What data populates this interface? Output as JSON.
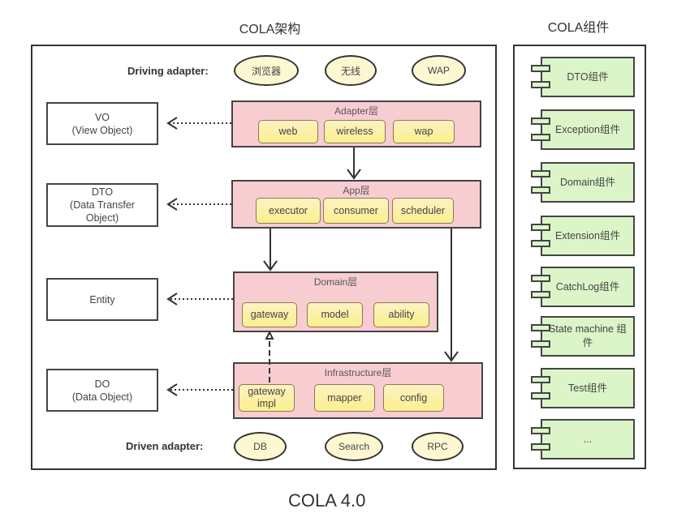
{
  "titles": {
    "architecture": "COLA架构",
    "components": "COLA组件",
    "version": "COLA 4.0"
  },
  "driving_adapter": {
    "label": "Driving adapter:",
    "items": [
      "浏览器",
      "无线",
      "WAP"
    ]
  },
  "driven_adapter": {
    "label": "Driven adapter:",
    "items": [
      "DB",
      "Search",
      "RPC"
    ]
  },
  "objects": {
    "vo": {
      "line1": "VO",
      "line2": "(View Object)"
    },
    "dto": {
      "line1": "DTO",
      "line2": "(Data Transfer",
      "line3": "Object)"
    },
    "entity": {
      "line1": "Entity"
    },
    "do": {
      "line1": "DO",
      "line2": "(Data Object)"
    }
  },
  "layers": {
    "adapter": {
      "title": "Adapter层",
      "modules": [
        "web",
        "wireless",
        "wap"
      ]
    },
    "app": {
      "title": "App层",
      "modules": [
        "executor",
        "consumer",
        "scheduler"
      ]
    },
    "domain": {
      "title": "Domain层",
      "modules": [
        "gateway",
        "model",
        "ability"
      ]
    },
    "infrastructure": {
      "title": "Infrastructure层",
      "modules": [
        "gateway impl",
        "mapper",
        "config"
      ]
    }
  },
  "components": [
    "DTO组件",
    "Exception组件",
    "Domain组件",
    "Extension组件",
    "CatchLog组件",
    "State machine 组件",
    "Test组件",
    "..."
  ],
  "colors": {
    "layer_fill": "#f8cdd1",
    "module_fill": "#fbef8e",
    "component_fill": "#dcf5c8",
    "adapter_fill": "#fdf8d2"
  }
}
